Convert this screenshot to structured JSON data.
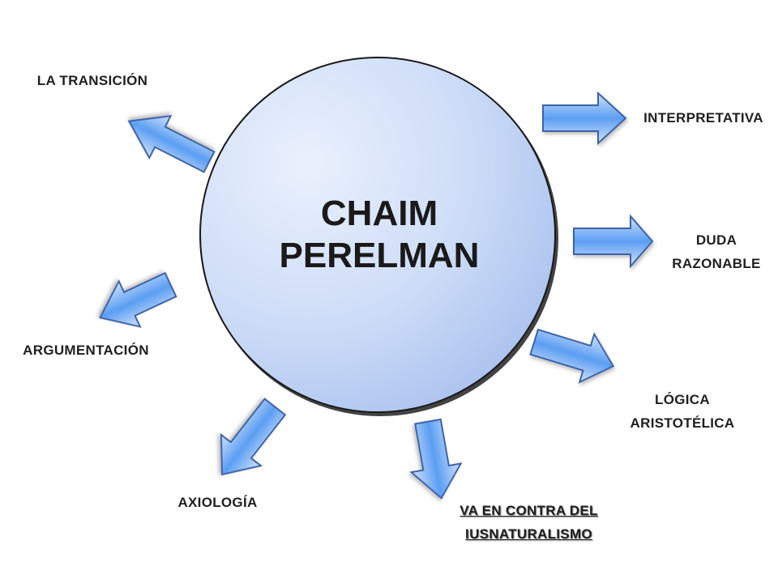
{
  "center": {
    "line1": "CHAIM",
    "line2": "PERELMAN"
  },
  "labels": {
    "transicion": "LA TRANSICIÓN",
    "interpretativa": "INTERPRETATIVA",
    "duda_line1": "DUDA",
    "duda_line2": "RAZONABLE",
    "logica_line1": "LÓGICA",
    "logica_line2": "ARISTOTÉLICA",
    "iusnaturalismo_line1": "VA EN CONTRA DEL",
    "iusnaturalismo_line2": "IUSNATURALISMO",
    "axiologia": "AXIOLOGÍA",
    "argumentacion": "ARGUMENTACIÓN"
  },
  "colors": {
    "circle_light": "#e6eefc",
    "circle_dark": "#a9c2f0",
    "circle_outline": "#1a1a1a",
    "arrow_light": "#cfe0fb",
    "arrow_mid": "#5a9cf2",
    "arrow_outline": "#3e64a8"
  }
}
